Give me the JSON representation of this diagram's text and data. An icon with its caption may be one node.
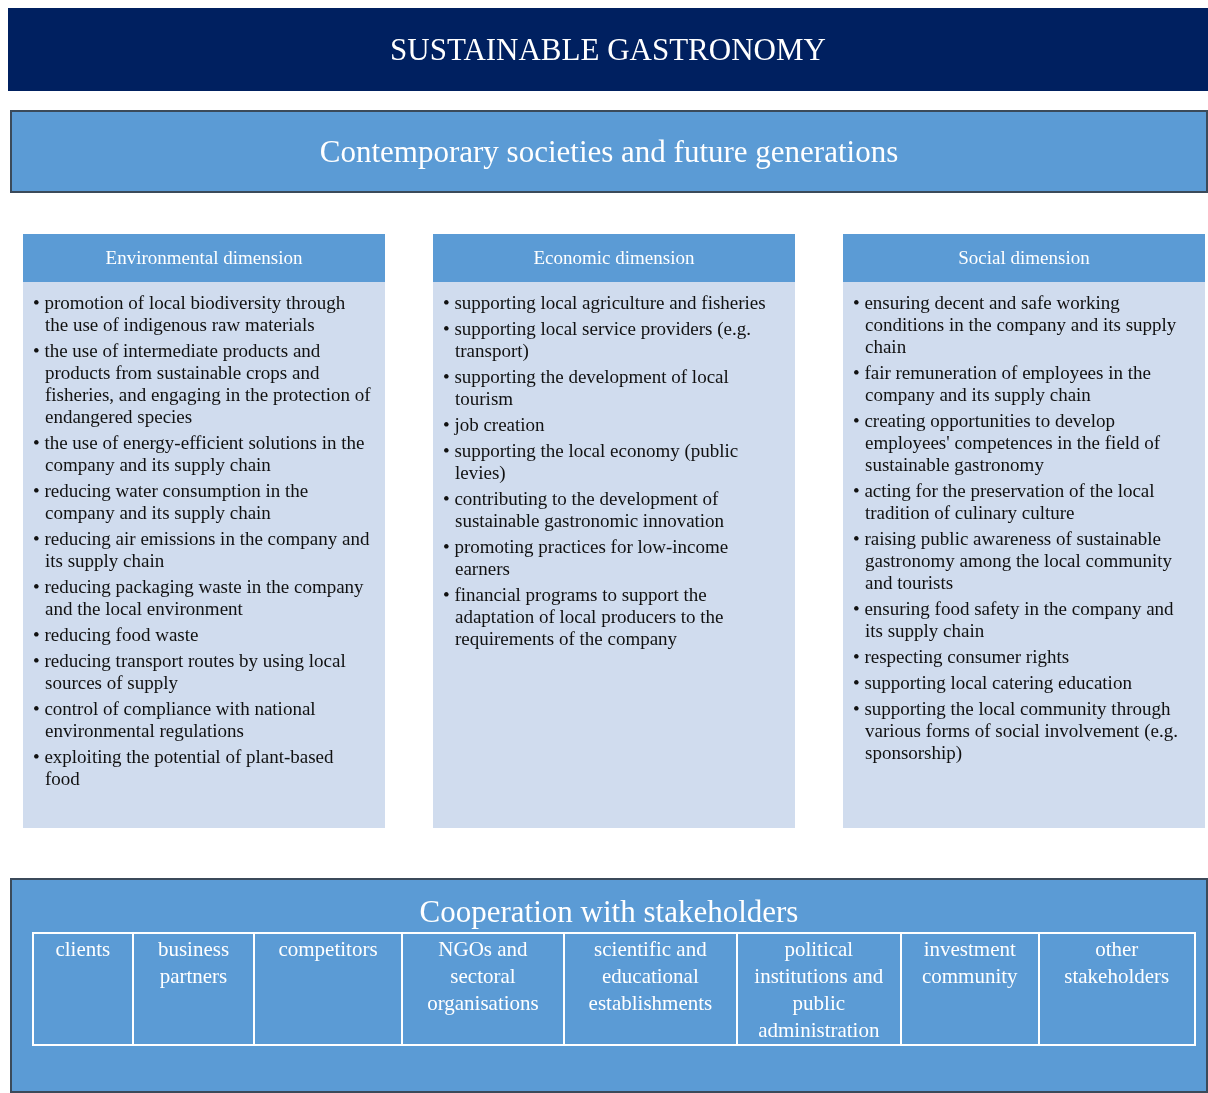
{
  "diagram": {
    "nodes": [
      {
        "text": [
          "SUSTAINABLE GASTRONOMY"
        ]
      },
      {
        "text": [
          "Contemporary societies and future generations"
        ]
      },
      {
        "text": [
          "Environmental dimension",
          "• promotion of local biodiversity through the use of indigenous raw materials",
          "• the use of intermediate products and products from sustainable crops and fisheries, and engaging in the protection of endangered species",
          "• the use of energy-efficient solutions in the company and its supply chain",
          "• reducing water consumption in the company and its supply chain",
          "•  reducing air emissions in the company and its supply chain",
          "• reducing packaging waste in the company and the local environment",
          "• reducing food waste",
          "• reducing transport routes by using local sources of supply",
          "• control of compliance with national environmental regulations",
          "• exploiting the potential of plant-based food"
        ]
      },
      {
        "text": [
          "Economic dimension",
          "• supporting local agriculture and fisheries",
          "• supporting local service providers (e.g. transport)",
          "• supporting the development of local tourism",
          "• job creation",
          "• supporting the local economy (public levies)",
          "• contributing to the development of sustainable gastronomic innovation",
          "• promoting practices for low-income earners",
          "• financial programs to support the adaptation of local producers to the requirements of the company"
        ]
      },
      {
        "text": [
          "Social dimension",
          "• ensuring decent and safe working conditions in the company and its supply chain",
          "• fair remuneration of employees in the company and its supply chain",
          "• creating opportunities to develop employees' competences in the field of sustainable gastronomy",
          "• acting for the preservation of the local tradition of culinary culture",
          "• raising public awareness of sustainable gastronomy among the local community and tourists",
          "• ensuring food safety in the company and its supply chain",
          "• respecting consumer rights",
          "• supporting local catering education",
          "• supporting the local community through various forms of social involvement (e.g. sponsorship)"
        ]
      },
      {
        "text": [
          "Cooperation with stakeholders"
        ]
      },
      {
        "text": [
          "clients"
        ],
        "in": 5
      },
      {
        "text": [
          "business partners"
        ],
        "in": 5
      },
      {
        "text": [
          "competitors"
        ],
        "in": 5
      },
      {
        "text": [
          "NGOs and sectoral organisations"
        ],
        "in": 5
      },
      {
        "text": [
          "scientific and educational establishments"
        ],
        "in": 5
      },
      {
        "text": [
          "political institutions and public administration"
        ],
        "in": 5
      },
      {
        "text": [
          "investment community"
        ],
        "in": 5
      },
      {
        "text": [
          "other stakeholders"
        ],
        "in": 5
      }
    ],
    "edges": []
  }
}
